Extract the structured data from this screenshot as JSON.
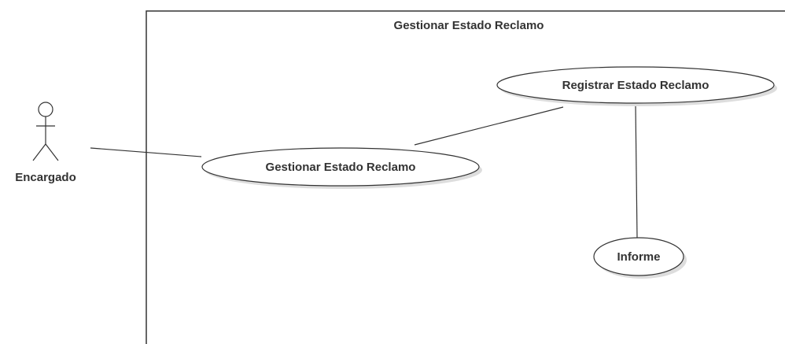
{
  "system_boundary": {
    "title": "Gestionar Estado Reclamo"
  },
  "actors": [
    {
      "id": "encargado",
      "label": "Encargado"
    }
  ],
  "use_cases": [
    {
      "id": "gestionar",
      "label": "Gestionar Estado Reclamo"
    },
    {
      "id": "registrar",
      "label": "Registrar Estado Reclamo"
    },
    {
      "id": "informe",
      "label": "Informe"
    }
  ],
  "associations": [
    {
      "from": "encargado",
      "to": "gestionar"
    },
    {
      "from": "gestionar",
      "to": "registrar"
    },
    {
      "from": "registrar",
      "to": "informe"
    }
  ],
  "colors": {
    "stroke": "#333333",
    "fill": "#ffffff",
    "shadow": "#dddddd"
  }
}
